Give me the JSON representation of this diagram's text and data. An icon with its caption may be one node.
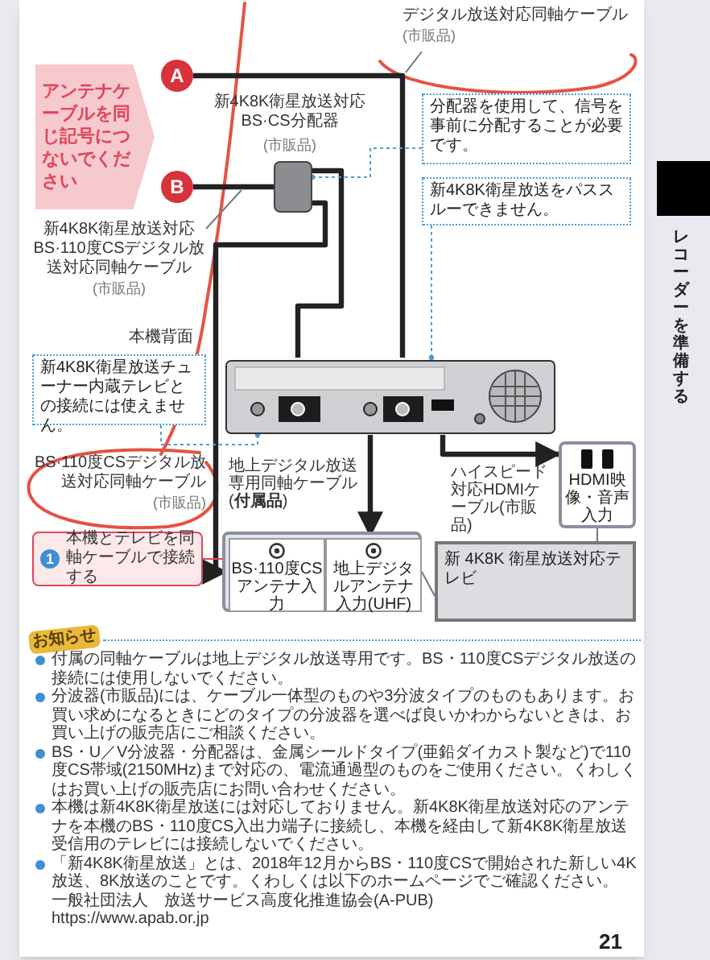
{
  "diagram": {
    "nodes": [
      {
        "text": [
          "アンテナケーブルを同じ記号につないでください"
        ]
      },
      {
        "text": [
          "A"
        ]
      },
      {
        "text": [
          "B"
        ]
      },
      {
        "text": [],
        "shape": "box",
        "beside": [
          "新4K8K衛星放送対応BS·CS分配器",
          "(市販品)"
        ]
      },
      {
        "text": [
          "分配器を使用して、信号を事前に分配することが必要です。"
        ]
      },
      {
        "text": [
          "新4K8K衛星放送をパススルーできません。"
        ]
      },
      {
        "text": [],
        "shape": "picture"
      },
      {
        "text": [
          "新4K8K衛星放送チューナー内蔵テレビとの接続には使えません。"
        ]
      },
      {
        "text": [],
        "shape": "box"
      },
      {
        "text": [
          "BS·110度CSアンテナ入力"
        ],
        "in": 8
      },
      {
        "text": [
          "地上デジタルアンテナ入力(UHF)"
        ],
        "in": 8
      },
      {
        "text": [
          "HDMI映像・音声入力"
        ]
      },
      {
        "text": [
          "新 4K8K 衛星放送対応テレビ"
        ]
      },
      {
        "text": [
          "1",
          "本機とテレビを同軸ケーブルで接続する"
        ]
      },
      {
        "text": [
          "デジタル放送対応同軸ケーブル",
          "(市販品)"
        ]
      },
      {
        "text": [
          "新4K8K衛星放送対応BS·110度CSデジタル放送対応同軸ケーブル",
          "(市販品)"
        ]
      }
    ],
    "edges": [
      {
        "from": 1,
        "to": 6,
        "arrow": "none",
        "style": "thick"
      },
      {
        "from": 2,
        "to": 3,
        "arrow": "none",
        "style": "thick"
      },
      {
        "from": 3,
        "to": 6,
        "arrow": "none",
        "style": "thick"
      },
      {
        "from": 3,
        "to": 9,
        "arrow": "to",
        "style": "thick"
      },
      {
        "from": 6,
        "to": 10,
        "arrow": "to",
        "style": "thick"
      },
      {
        "from": 6,
        "to": 11,
        "arrow": "to",
        "style": "thick"
      },
      {
        "from": 4,
        "to": 3,
        "arrow": "other",
        "style": "dashed",
        "color": "#4a9fd8"
      },
      {
        "from": 5,
        "to": 6,
        "arrow": "other",
        "style": "dashed",
        "color": "#4a9fd8"
      },
      {
        "from": 7,
        "to": 6,
        "arrow": "other",
        "style": "dashed",
        "color": "#4a9fd8"
      },
      {
        "from": 14,
        "to": null,
        "arrow": "none",
        "color": "#777777"
      },
      {
        "from": 15,
        "to": null,
        "arrow": "none",
        "color": "#777777"
      },
      {
        "from": 8,
        "to": 12,
        "arrow": "none",
        "color": "#777777"
      },
      {
        "from": 11,
        "to": 12,
        "arrow": "none",
        "color": "#777777"
      },
      {
        "from": 13,
        "to": 8,
        "arrow": "none",
        "color": "#e0465a"
      }
    ],
    "labels": [
      "本機背面",
      "ハイスピード対応HDMIケーブル(市販品)",
      "BS·110度CSデジタル放送対応同軸ケーブル",
      "(市販品)",
      "地上デジタル放送専用同軸ケーブル(**付属品**)",
      "お知らせ",
      "付属の同軸ケーブルは地上デジタル放送専用です。BS・110度CSデジタル放送の接続には使用しないでください。",
      "分波器(市販品)には、ケーブル一体型のものや3分波タイプのものもあります。お買い求めになるときにどのタイプの分波器を選べば良いかわからないときは、お買い上げの販売店にご相談ください。",
      "BS・U／V分波器・分配器は、金属シールドタイプ(亜鉛ダイカスト製など)で110度CS帯域(2150MHz)まで対応の、電流通過型のものをご使用ください。くわしくはお買い上げの販売店にお問い合わせください。",
      "本機は新4K8K衛星放送には対応しておりません。新4K8K衛星放送対応のアンテナを本機のBS・110度CS入出力端子に接続し、本機を経由して新4K8K衛星放送受信用のテレビには接続しないでください。",
      "「新4K8K衛星放送」とは、2018年12月からBS・110度CSで開始された新しい4K放送、8K放送のことです。くわしくは以下のホームページでご確認ください。",
      "一般社団法人　放送サービス高度化推進協会(A-PUB)",
      "https://www.apab.or.jp",
      "21",
      "レコーダーを準備する"
    ]
  }
}
